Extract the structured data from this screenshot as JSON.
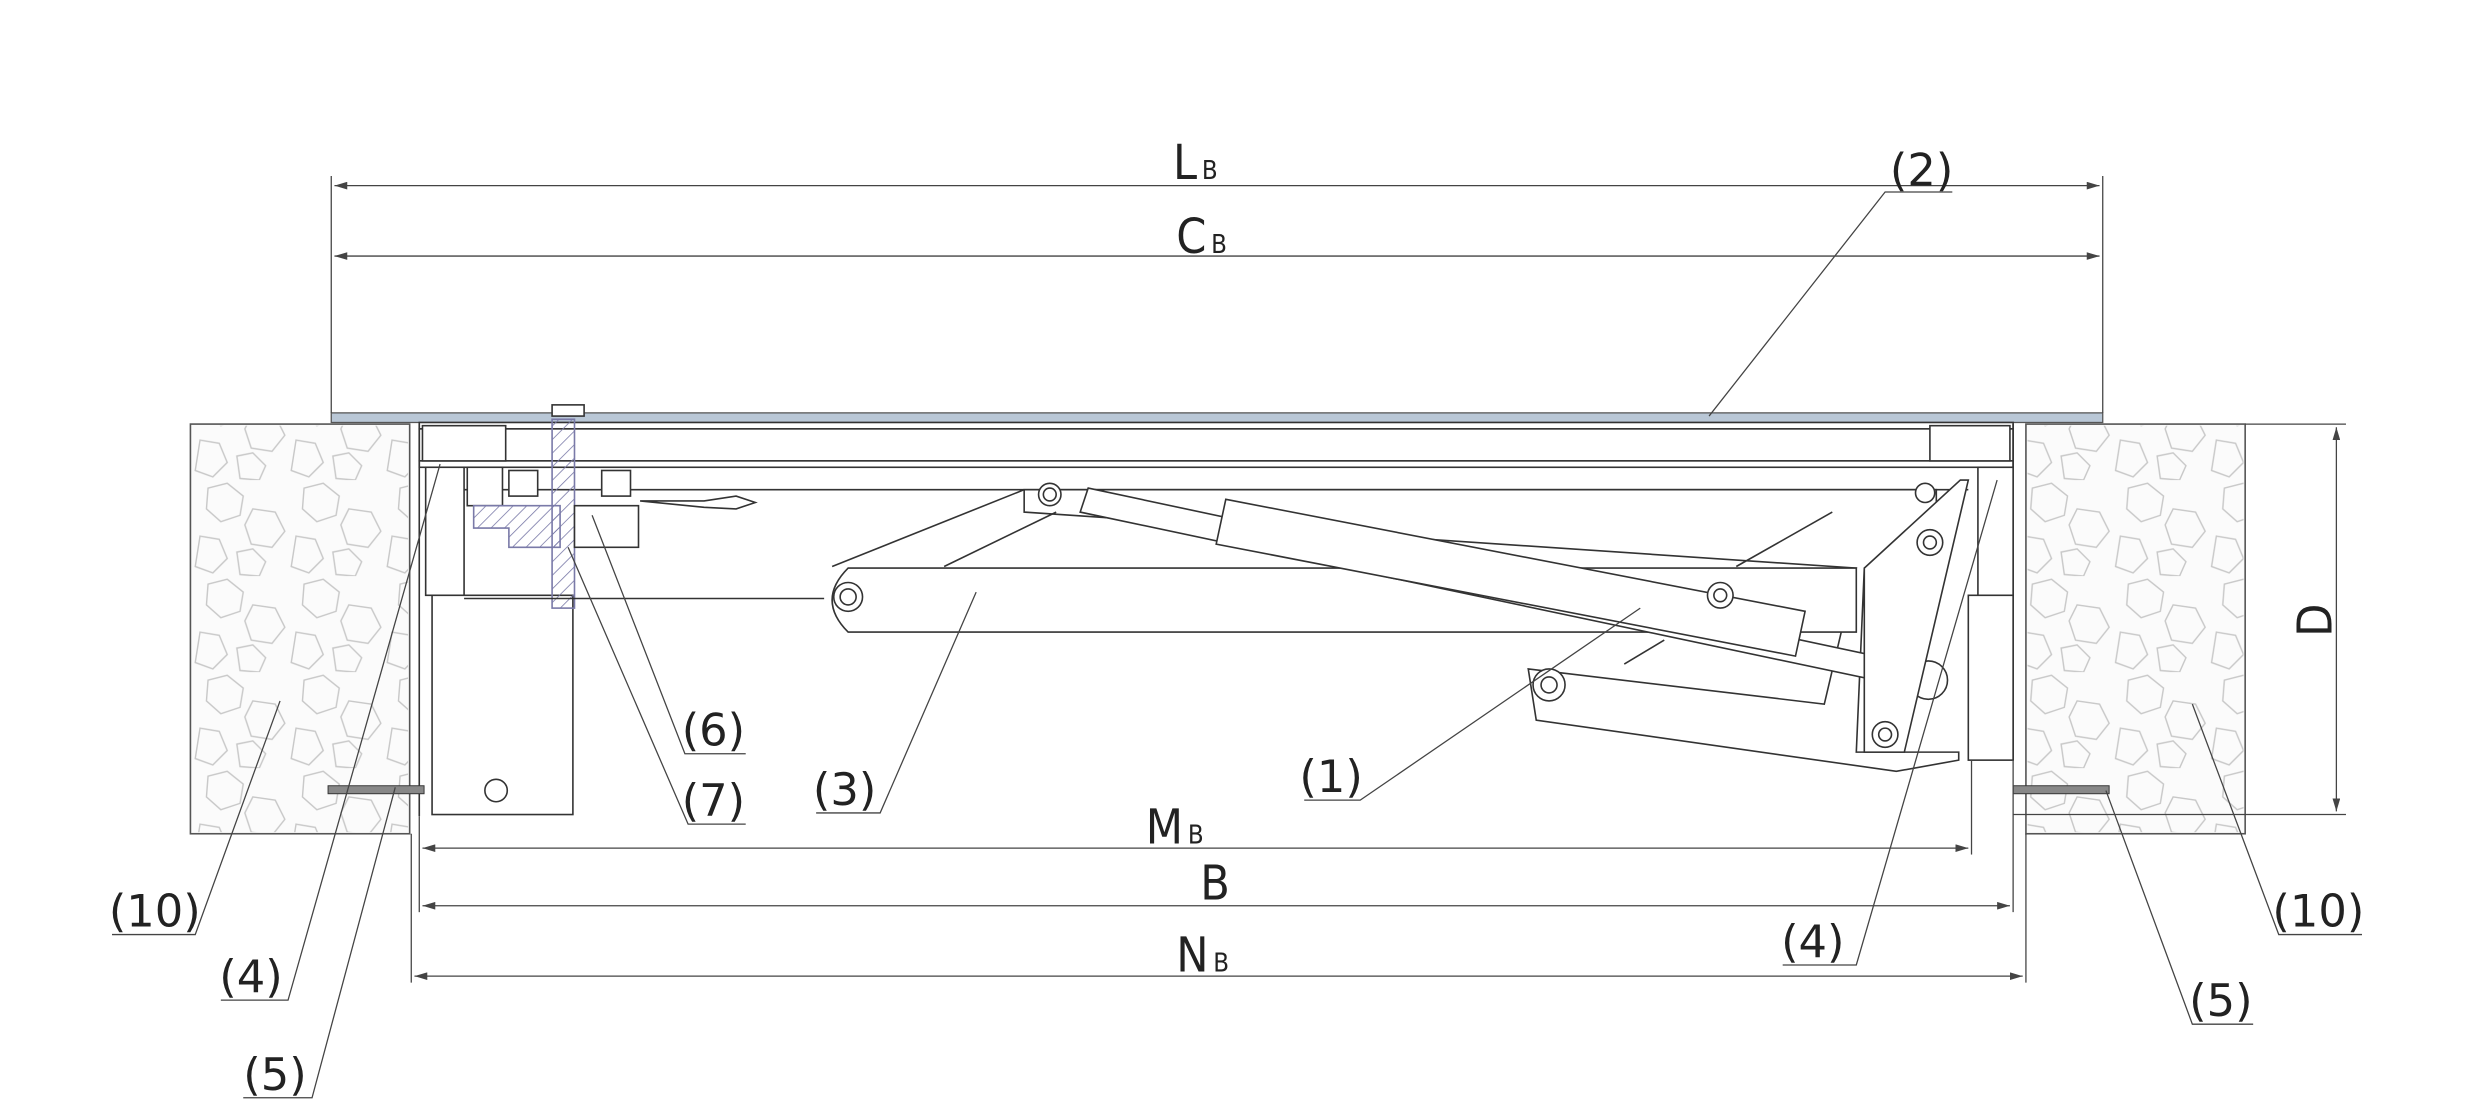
{
  "dimensions": {
    "lb": {
      "main": "L",
      "sub": "B"
    },
    "cb": {
      "main": "C",
      "sub": "B"
    },
    "mb": {
      "main": "M",
      "sub": "B"
    },
    "b": {
      "main": "B"
    },
    "nb": {
      "main": "N",
      "sub": "B"
    },
    "d": {
      "main": "D"
    }
  },
  "callouts": {
    "c1": "(1)",
    "c2": "(2)",
    "c3": "(3)",
    "c4_left": "(4)",
    "c4_right": "(4)",
    "c5_left": "(5)",
    "c5_right": "(5)",
    "c6": "(6)",
    "c7": "(7)",
    "c10_left": "(10)",
    "c10_right": "(10)"
  },
  "colors": {
    "deck": "#b9c7d6",
    "hatch": "#7a7aa8",
    "line": "#333333"
  }
}
